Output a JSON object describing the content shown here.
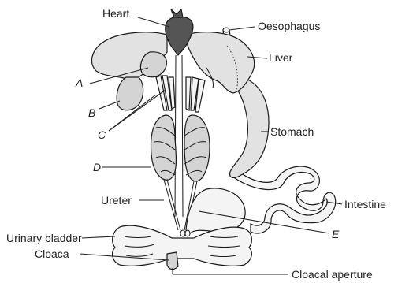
{
  "labels": {
    "heart": "Heart",
    "oesophagus": "Oesophagus",
    "liver": "Liver",
    "a": "A",
    "b": "B",
    "c": "C",
    "stomach": "Stomach",
    "d": "D",
    "ureter": "Ureter",
    "intestine": "Intestine",
    "urinary_bladder": "Urinary bladder",
    "e": "E",
    "cloaca": "Cloaca",
    "cloacal_aperture": "Cloacal aperture"
  }
}
